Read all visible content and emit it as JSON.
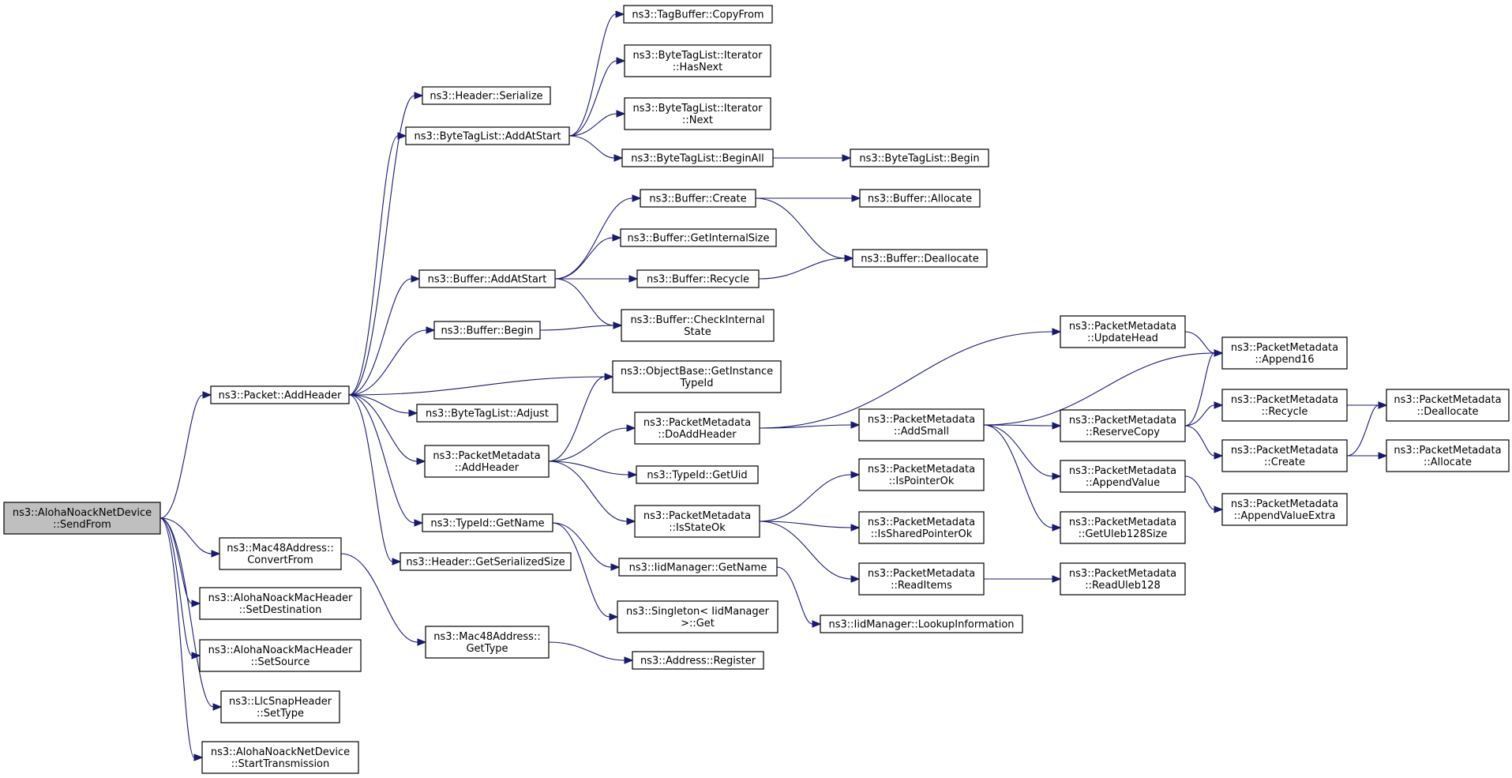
{
  "diagram": {
    "type": "call-graph",
    "colors": {
      "edge": "#191970",
      "node_border": "#000000",
      "node_fill": "#ffffff",
      "root_fill": "#bfbfbf"
    },
    "nodes": [
      {
        "id": "n0",
        "lines": [
          "ns3::AlohaNoackNetDevice",
          "::SendFrom"
        ],
        "root": true
      },
      {
        "id": "n1",
        "lines": [
          "ns3::Packet::AddHeader"
        ]
      },
      {
        "id": "n2",
        "lines": [
          "ns3::Mac48Address::",
          "ConvertFrom"
        ]
      },
      {
        "id": "n3",
        "lines": [
          "ns3::AlohaNoackMacHeader",
          "::SetDestination"
        ]
      },
      {
        "id": "n4",
        "lines": [
          "ns3::AlohaNoackMacHeader",
          "::SetSource"
        ]
      },
      {
        "id": "n5",
        "lines": [
          "ns3::LlcSnapHeader",
          "::SetType"
        ]
      },
      {
        "id": "n6",
        "lines": [
          "ns3::AlohaNoackNetDevice",
          "::StartTransmission"
        ]
      },
      {
        "id": "n7",
        "lines": [
          "ns3::Header::Serialize"
        ]
      },
      {
        "id": "n8",
        "lines": [
          "ns3::ByteTagList::AddAtStart"
        ]
      },
      {
        "id": "n9",
        "lines": [
          "ns3::Buffer::AddAtStart"
        ]
      },
      {
        "id": "n10",
        "lines": [
          "ns3::Buffer::Begin"
        ]
      },
      {
        "id": "n11",
        "lines": [
          "ns3::ByteTagList::Adjust"
        ]
      },
      {
        "id": "n12",
        "lines": [
          "ns3::PacketMetadata",
          "::AddHeader"
        ]
      },
      {
        "id": "n13",
        "lines": [
          "ns3::TypeId::GetName"
        ]
      },
      {
        "id": "n14",
        "lines": [
          "ns3::Header::GetSerializedSize"
        ]
      },
      {
        "id": "n15",
        "lines": [
          "ns3::Mac48Address::",
          "GetType"
        ]
      },
      {
        "id": "n16",
        "lines": [
          "ns3::TagBuffer::CopyFrom"
        ]
      },
      {
        "id": "n17",
        "lines": [
          "ns3::ByteTagList::Iterator",
          "::HasNext"
        ]
      },
      {
        "id": "n18",
        "lines": [
          "ns3::ByteTagList::Iterator",
          "::Next"
        ]
      },
      {
        "id": "n19",
        "lines": [
          "ns3::ByteTagList::BeginAll"
        ]
      },
      {
        "id": "n20",
        "lines": [
          "ns3::Buffer::Create"
        ]
      },
      {
        "id": "n21",
        "lines": [
          "ns3::Buffer::GetInternalSize"
        ]
      },
      {
        "id": "n22",
        "lines": [
          "ns3::Buffer::Recycle"
        ]
      },
      {
        "id": "n23",
        "lines": [
          "ns3::Buffer::CheckInternal",
          "State"
        ]
      },
      {
        "id": "n24",
        "lines": [
          "ns3::ObjectBase::GetInstance",
          "TypeId"
        ]
      },
      {
        "id": "n25",
        "lines": [
          "ns3::PacketMetadata",
          "::DoAddHeader"
        ]
      },
      {
        "id": "n26",
        "lines": [
          "ns3::TypeId::GetUid"
        ]
      },
      {
        "id": "n27",
        "lines": [
          "ns3::PacketMetadata",
          "::IsStateOk"
        ]
      },
      {
        "id": "n28",
        "lines": [
          "ns3::IidManager::GetName"
        ]
      },
      {
        "id": "n29",
        "lines": [
          "ns3::Singleton< IidManager",
          " >::Get"
        ]
      },
      {
        "id": "n30",
        "lines": [
          "ns3::Address::Register"
        ]
      },
      {
        "id": "n31",
        "lines": [
          "ns3::ByteTagList::Begin"
        ]
      },
      {
        "id": "n32",
        "lines": [
          "ns3::Buffer::Allocate"
        ]
      },
      {
        "id": "n33",
        "lines": [
          "ns3::Buffer::Deallocate"
        ]
      },
      {
        "id": "n34",
        "lines": [
          "ns3::PacketMetadata",
          "::UpdateHead"
        ]
      },
      {
        "id": "n35",
        "lines": [
          "ns3::PacketMetadata",
          "::AddSmall"
        ]
      },
      {
        "id": "n36",
        "lines": [
          "ns3::PacketMetadata",
          "::IsPointerOk"
        ]
      },
      {
        "id": "n37",
        "lines": [
          "ns3::PacketMetadata",
          "::IsSharedPointerOk"
        ]
      },
      {
        "id": "n38",
        "lines": [
          "ns3::PacketMetadata",
          "::ReadItems"
        ]
      },
      {
        "id": "n39",
        "lines": [
          "ns3::IidManager::LookupInformation"
        ]
      },
      {
        "id": "n40",
        "lines": [
          "ns3::PacketMetadata",
          "::ReserveCopy"
        ]
      },
      {
        "id": "n41",
        "lines": [
          "ns3::PacketMetadata",
          "::AppendValue"
        ]
      },
      {
        "id": "n42",
        "lines": [
          "ns3::PacketMetadata",
          "::GetUleb128Size"
        ]
      },
      {
        "id": "n43",
        "lines": [
          "ns3::PacketMetadata",
          "::ReadUleb128"
        ]
      },
      {
        "id": "n44",
        "lines": [
          "ns3::PacketMetadata",
          "::Append16"
        ]
      },
      {
        "id": "n45",
        "lines": [
          "ns3::PacketMetadata",
          "::Recycle"
        ]
      },
      {
        "id": "n46",
        "lines": [
          "ns3::PacketMetadata",
          "::Create"
        ]
      },
      {
        "id": "n47",
        "lines": [
          "ns3::PacketMetadata",
          "::AppendValueExtra"
        ]
      },
      {
        "id": "n48",
        "lines": [
          "ns3::PacketMetadata",
          "::Deallocate"
        ]
      },
      {
        "id": "n49",
        "lines": [
          "ns3::PacketMetadata",
          "::Allocate"
        ]
      }
    ],
    "edges": [
      {
        "from": "n0",
        "to": "n1"
      },
      {
        "from": "n0",
        "to": "n2"
      },
      {
        "from": "n0",
        "to": "n3"
      },
      {
        "from": "n0",
        "to": "n4"
      },
      {
        "from": "n0",
        "to": "n5"
      },
      {
        "from": "n0",
        "to": "n6"
      },
      {
        "from": "n1",
        "to": "n7"
      },
      {
        "from": "n1",
        "to": "n8"
      },
      {
        "from": "n1",
        "to": "n9"
      },
      {
        "from": "n1",
        "to": "n10"
      },
      {
        "from": "n1",
        "to": "n24"
      },
      {
        "from": "n1",
        "to": "n11"
      },
      {
        "from": "n1",
        "to": "n12"
      },
      {
        "from": "n1",
        "to": "n13"
      },
      {
        "from": "n1",
        "to": "n14"
      },
      {
        "from": "n2",
        "to": "n15"
      },
      {
        "from": "n8",
        "to": "n16"
      },
      {
        "from": "n8",
        "to": "n17"
      },
      {
        "from": "n8",
        "to": "n18"
      },
      {
        "from": "n8",
        "to": "n19"
      },
      {
        "from": "n19",
        "to": "n31"
      },
      {
        "from": "n9",
        "to": "n20"
      },
      {
        "from": "n9",
        "to": "n21"
      },
      {
        "from": "n9",
        "to": "n22"
      },
      {
        "from": "n9",
        "to": "n23"
      },
      {
        "from": "n10",
        "to": "n23"
      },
      {
        "from": "n20",
        "to": "n32"
      },
      {
        "from": "n20",
        "to": "n33"
      },
      {
        "from": "n22",
        "to": "n33"
      },
      {
        "from": "n12",
        "to": "n24"
      },
      {
        "from": "n12",
        "to": "n25"
      },
      {
        "from": "n12",
        "to": "n26"
      },
      {
        "from": "n12",
        "to": "n27"
      },
      {
        "from": "n25",
        "to": "n34"
      },
      {
        "from": "n25",
        "to": "n35"
      },
      {
        "from": "n27",
        "to": "n36"
      },
      {
        "from": "n27",
        "to": "n37"
      },
      {
        "from": "n27",
        "to": "n38"
      },
      {
        "from": "n13",
        "to": "n28"
      },
      {
        "from": "n13",
        "to": "n29"
      },
      {
        "from": "n28",
        "to": "n39"
      },
      {
        "from": "n15",
        "to": "n30"
      },
      {
        "from": "n34",
        "to": "n44"
      },
      {
        "from": "n35",
        "to": "n44"
      },
      {
        "from": "n35",
        "to": "n40"
      },
      {
        "from": "n35",
        "to": "n41"
      },
      {
        "from": "n35",
        "to": "n42"
      },
      {
        "from": "n40",
        "to": "n44"
      },
      {
        "from": "n40",
        "to": "n45"
      },
      {
        "from": "n40",
        "to": "n46"
      },
      {
        "from": "n41",
        "to": "n47"
      },
      {
        "from": "n38",
        "to": "n43"
      },
      {
        "from": "n45",
        "to": "n48"
      },
      {
        "from": "n46",
        "to": "n48"
      },
      {
        "from": "n46",
        "to": "n49"
      }
    ]
  }
}
